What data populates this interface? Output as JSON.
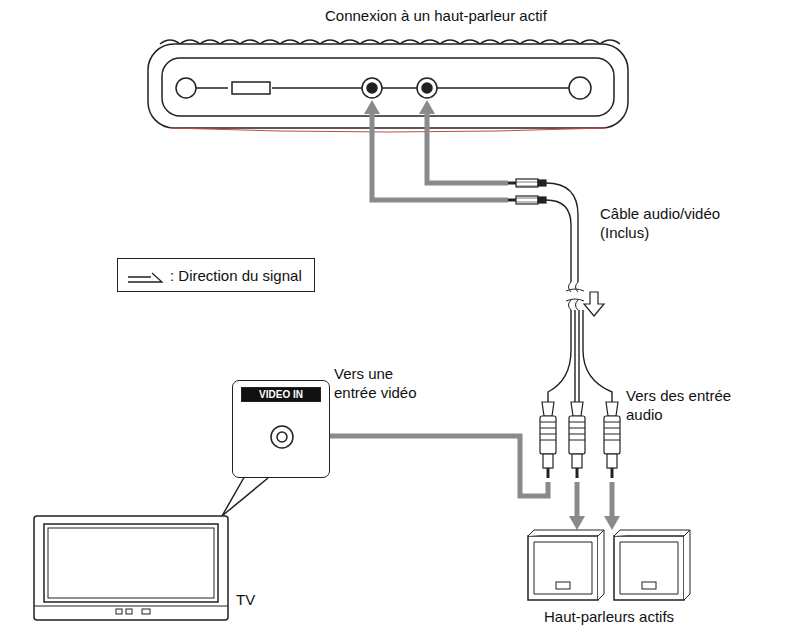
{
  "diagram": {
    "title": "Connexion à un haut-parleur actif",
    "nodes": [
      {
        "text": [
          "VIDEO IN"
        ]
      }
    ],
    "edges": [],
    "labels": [
      "Câble audio/vidéo (Inclus)",
      "Vers une entrée vidéo",
      "Vers des entrée audio",
      "TV",
      "Haut-parleurs actifs"
    ],
    "legend": [
      {
        "text": ": Direction du signal"
      }
    ]
  }
}
